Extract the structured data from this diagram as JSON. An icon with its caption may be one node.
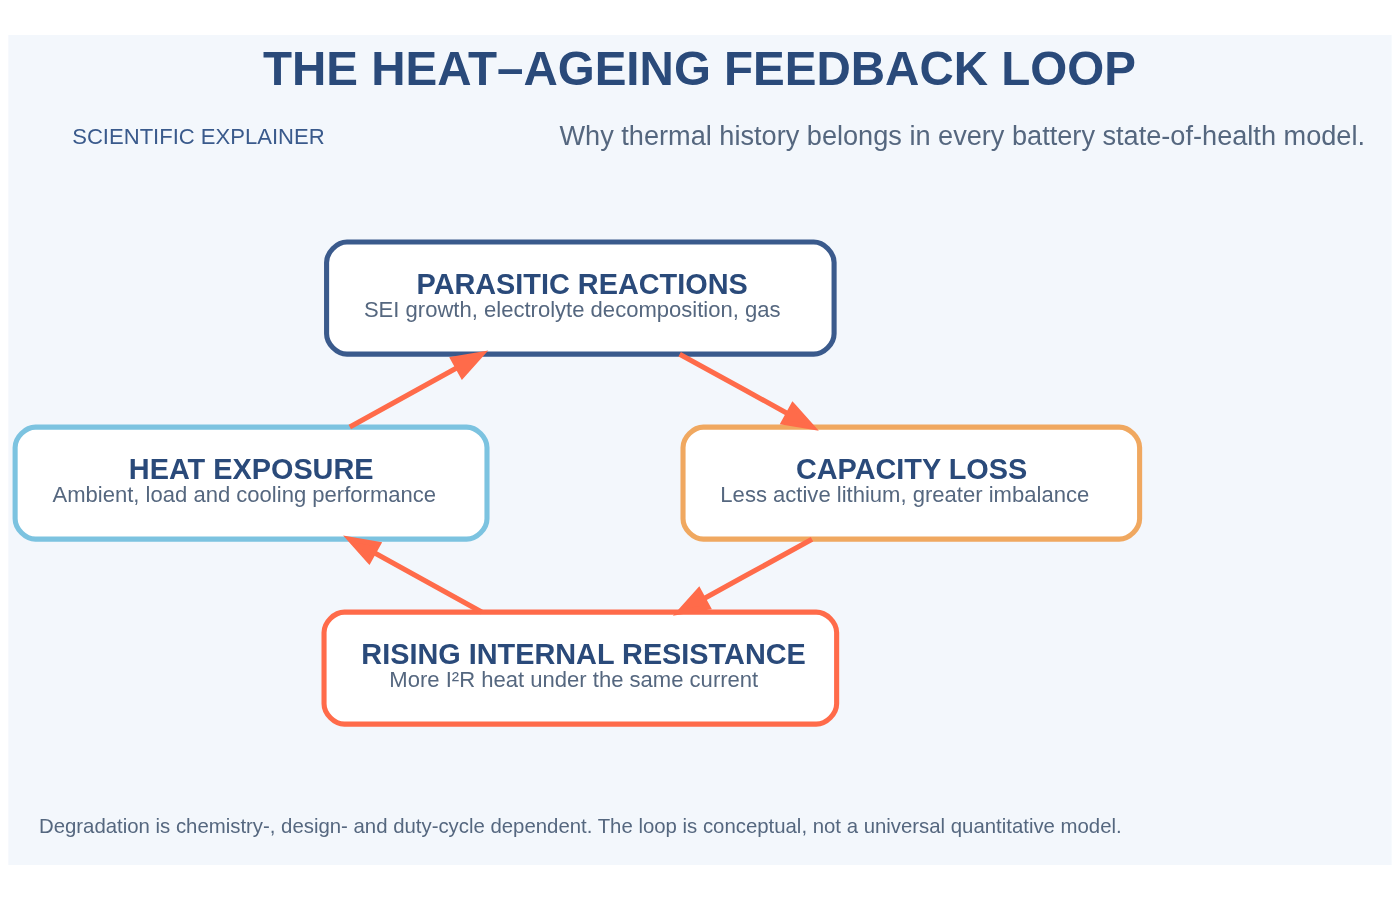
{
  "diagram": {
    "title": "THE HEAT–AGEING FEEDBACK LOOP",
    "nodes": [
      {
        "text": [
          "HEAT EXPOSURE",
          "Ambient, load and cooling performance"
        ]
      },
      {
        "text": [
          "PARASITIC REACTIONS",
          "SEI growth, electrolyte decomposition, gas"
        ]
      },
      {
        "text": [
          "CAPACITY LOSS",
          "Less active lithium, greater imbalance"
        ]
      },
      {
        "text": [
          "RISING INTERNAL RESISTANCE",
          "More I²R heat under the same current"
        ]
      }
    ],
    "edges": [
      {
        "from": 0,
        "to": 1,
        "arrow": "to"
      },
      {
        "from": 1,
        "to": 2,
        "arrow": "to"
      },
      {
        "from": 2,
        "to": 3,
        "arrow": "to"
      },
      {
        "from": 3,
        "to": 0,
        "arrow": "to"
      }
    ],
    "labels": [
      "SCIENTIFIC EXPLAINER",
      "Why thermal history belongs in every battery state-of-health model.",
      "Degradation is chemistry-, design- and duty-cycle dependent. The loop is conceptual, not a universal quantitative model."
    ]
  }
}
